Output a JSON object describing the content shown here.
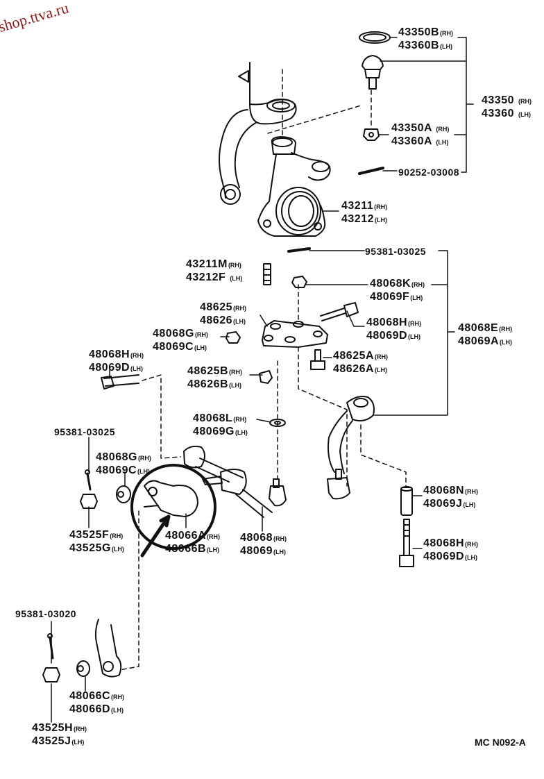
{
  "watermark": "shop.ttva.ru",
  "diagram_code": "MC N092-A",
  "side_rh": "(RH)",
  "side_lh": "(LH)",
  "parts": {
    "p43350B": {
      "rh": "43350B",
      "lh": "43360B"
    },
    "p43350": {
      "rh": "43350",
      "lh": "43360"
    },
    "p43350A": {
      "rh": "43350A",
      "lh": "43360A"
    },
    "p90252": "90252-03008",
    "p43211": {
      "rh": "43211",
      "lh": "43212"
    },
    "p95381a": "95381-03025",
    "p43211M": {
      "rh": "43211M",
      "lh": "43212F"
    },
    "p48068K": {
      "rh": "48068K",
      "lh": "48069F"
    },
    "p48625": {
      "rh": "48625",
      "lh": "48626"
    },
    "p48068H_top": {
      "rh": "48068H",
      "lh": "48069D"
    },
    "p48068E": {
      "rh": "48068E",
      "lh": "48069A"
    },
    "p48068G_top": {
      "rh": "48068G",
      "lh": "48069C"
    },
    "p48625A": {
      "rh": "48625A",
      "lh": "48626A"
    },
    "p48068H_left": {
      "rh": "48068H",
      "lh": "48069D"
    },
    "p48625B": {
      "rh": "48625B",
      "lh": "48626B"
    },
    "p48068L": {
      "rh": "48068L",
      "lh": "48069G"
    },
    "p95381b": "95381-03025",
    "p48068G_mid": {
      "rh": "48068G",
      "lh": "48069C"
    },
    "p43525F": {
      "rh": "43525F",
      "lh": "43525G"
    },
    "p48066A": {
      "rh": "48066A",
      "lh": "48066B"
    },
    "p48068": {
      "rh": "48068",
      "lh": "48069"
    },
    "p48068N": {
      "rh": "48068N",
      "lh": "48069J"
    },
    "p48068H_bot": {
      "rh": "48068H",
      "lh": "48069D"
    },
    "p95381c": "95381-03020",
    "p48066C": {
      "rh": "48066C",
      "lh": "48066D"
    },
    "p43525H": {
      "rh": "43525H",
      "lh": "43525J"
    }
  }
}
